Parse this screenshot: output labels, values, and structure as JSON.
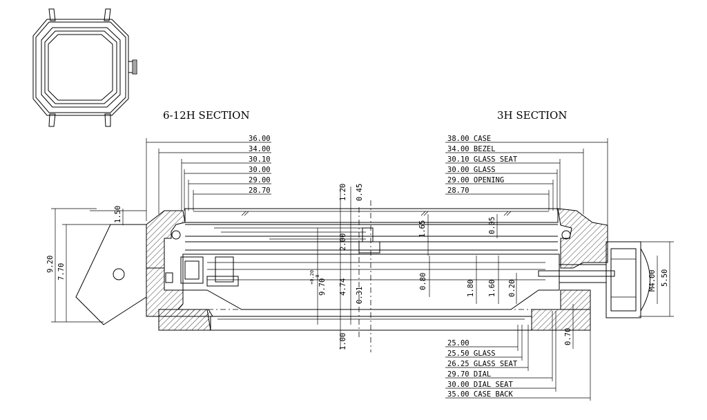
{
  "titles": {
    "left_section": "6-12H SECTION",
    "right_section": "3H SECTION"
  },
  "top_left_dims": [
    "36.00",
    "34.00",
    "30.10",
    "30.00",
    "29.00",
    "28.70"
  ],
  "top_right_dims": [
    "38.00 CASE",
    "34.00 BEZEL",
    "30.10 GLASS SEAT",
    "30.00 GLASS",
    "29.00 OPENING",
    "28.70"
  ],
  "bottom_right_dims": [
    "25.00",
    "25.50 GLASS",
    "26.25 GLASS SEAT",
    "29.70 DIAL",
    "30.00 DIAL SEAT",
    "35.00 CASE BACK"
  ],
  "vertical_dims": {
    "v_150": "1.50",
    "v_920": "9.20",
    "v_770": "7.70",
    "v_120": "1.20",
    "v_045": "0.45",
    "v_200": "2.00",
    "v_165": "1.65",
    "v_005": "0.05",
    "v_970": "9.70",
    "v_tol": "+0.20",
    "v_tol2": "-0",
    "v_474": "4.74",
    "v_031": "0.31",
    "v_080": "0.80",
    "v_180": "1.80",
    "v_160": "1.60",
    "v_020": "0.20",
    "v_100": "1.00",
    "v_070": "0.70",
    "v_m400": "M4.00",
    "v_550": "5.50"
  }
}
